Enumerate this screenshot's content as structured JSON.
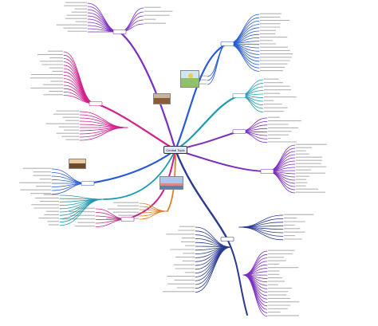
{
  "center_topic": "Central Topic",
  "branch_colors": {
    "purple": "#7b2fbe",
    "magenta": "#d0208a",
    "blue": "#2a5bd7",
    "teal": "#1f9bb0",
    "orange": "#d9822b",
    "navy": "#2a3a8f"
  },
  "images": [
    "landscape-photo",
    "field-photo",
    "sea-photo",
    "desert-photo"
  ]
}
